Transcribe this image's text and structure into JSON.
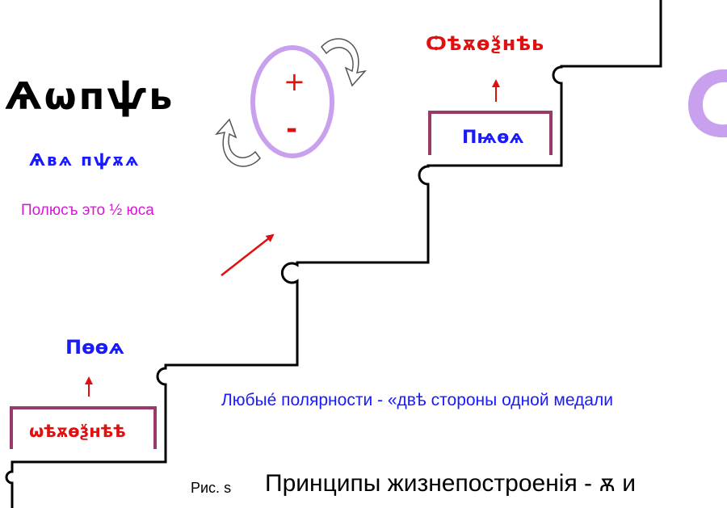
{
  "title": "Ѧѡпѱь",
  "subtitle": "Ѧвѧ пѱѫѧ",
  "pole_note": "Полюсъ это ½ юса",
  "polarity_note": "Любые́ полярности - «двѣ стороны одной медали",
  "caption": {
    "fig_label": "Рис. ѕ",
    "text": "Принципы жизнепостроенія - ѫ и"
  },
  "labels": {
    "top_red": "Ѻѣѫѳѯнѣь",
    "top_box": "Пѩѳѧ",
    "bottom_blue": "Пѳѳѧ",
    "bottom_box": "ѡѣѫѳѯнѣѣ"
  },
  "symbols": {
    "plus": "+",
    "minus": "-"
  },
  "colors": {
    "accent_red": "#e01010",
    "accent_blue": "#1a1aff",
    "accent_magenta": "#d21ad2",
    "ellipse_lilac": "#c8a0ee",
    "box_border": "#9a3a6a"
  }
}
